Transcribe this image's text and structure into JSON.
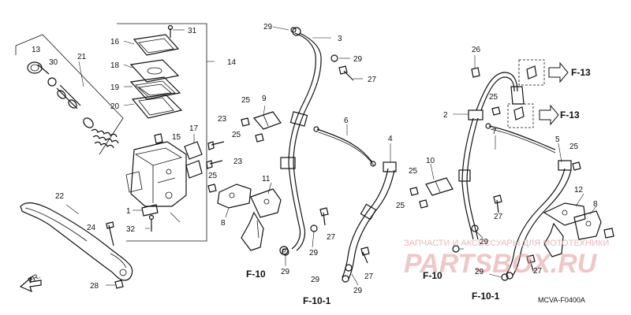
{
  "callouts": {
    "c1": "1",
    "c2": "2",
    "c3": "3",
    "c4": "4",
    "c5": "5",
    "c6": "6",
    "c7": "7",
    "c8a": "8",
    "c8b": "8",
    "c9": "9",
    "c10": "10",
    "c11": "11",
    "c12": "12",
    "c13": "13",
    "c14": "14",
    "c15": "15",
    "c16": "16",
    "c17": "17",
    "c18": "18",
    "c19": "19",
    "c20": "20",
    "c21": "21",
    "c22": "22",
    "c23a": "23",
    "c23b": "23",
    "c24": "24",
    "c25a": "25",
    "c25b": "25",
    "c25c": "25",
    "c25d": "25",
    "c25e": "25",
    "c25f": "25",
    "c25g": "25",
    "c26": "26",
    "c27a": "27",
    "c27b": "27",
    "c27c": "27",
    "c27d": "27",
    "c27e": "27",
    "c28": "28",
    "c29a": "29",
    "c29b": "29",
    "c29c": "29",
    "c29d": "29",
    "c29e": "29",
    "c29f": "29",
    "c29g": "29",
    "c29h": "29",
    "c30": "30",
    "c31": "31",
    "c32": "32"
  },
  "refs": {
    "f13a": "F-13",
    "f13b": "F-13",
    "f10a": "F-10",
    "f10b": "F-10",
    "f101a": "F-10-1",
    "f101b": "F-10-1"
  },
  "front_marker": "FR.",
  "diagram_code": "MCVA-F0400A",
  "watermark": {
    "top_text": "ЗАПЧАСТИ И АКСЕССУАРЫ ДЛЯ МОТОТЕХНИКИ",
    "brand": "PARTSBOX.RU"
  }
}
